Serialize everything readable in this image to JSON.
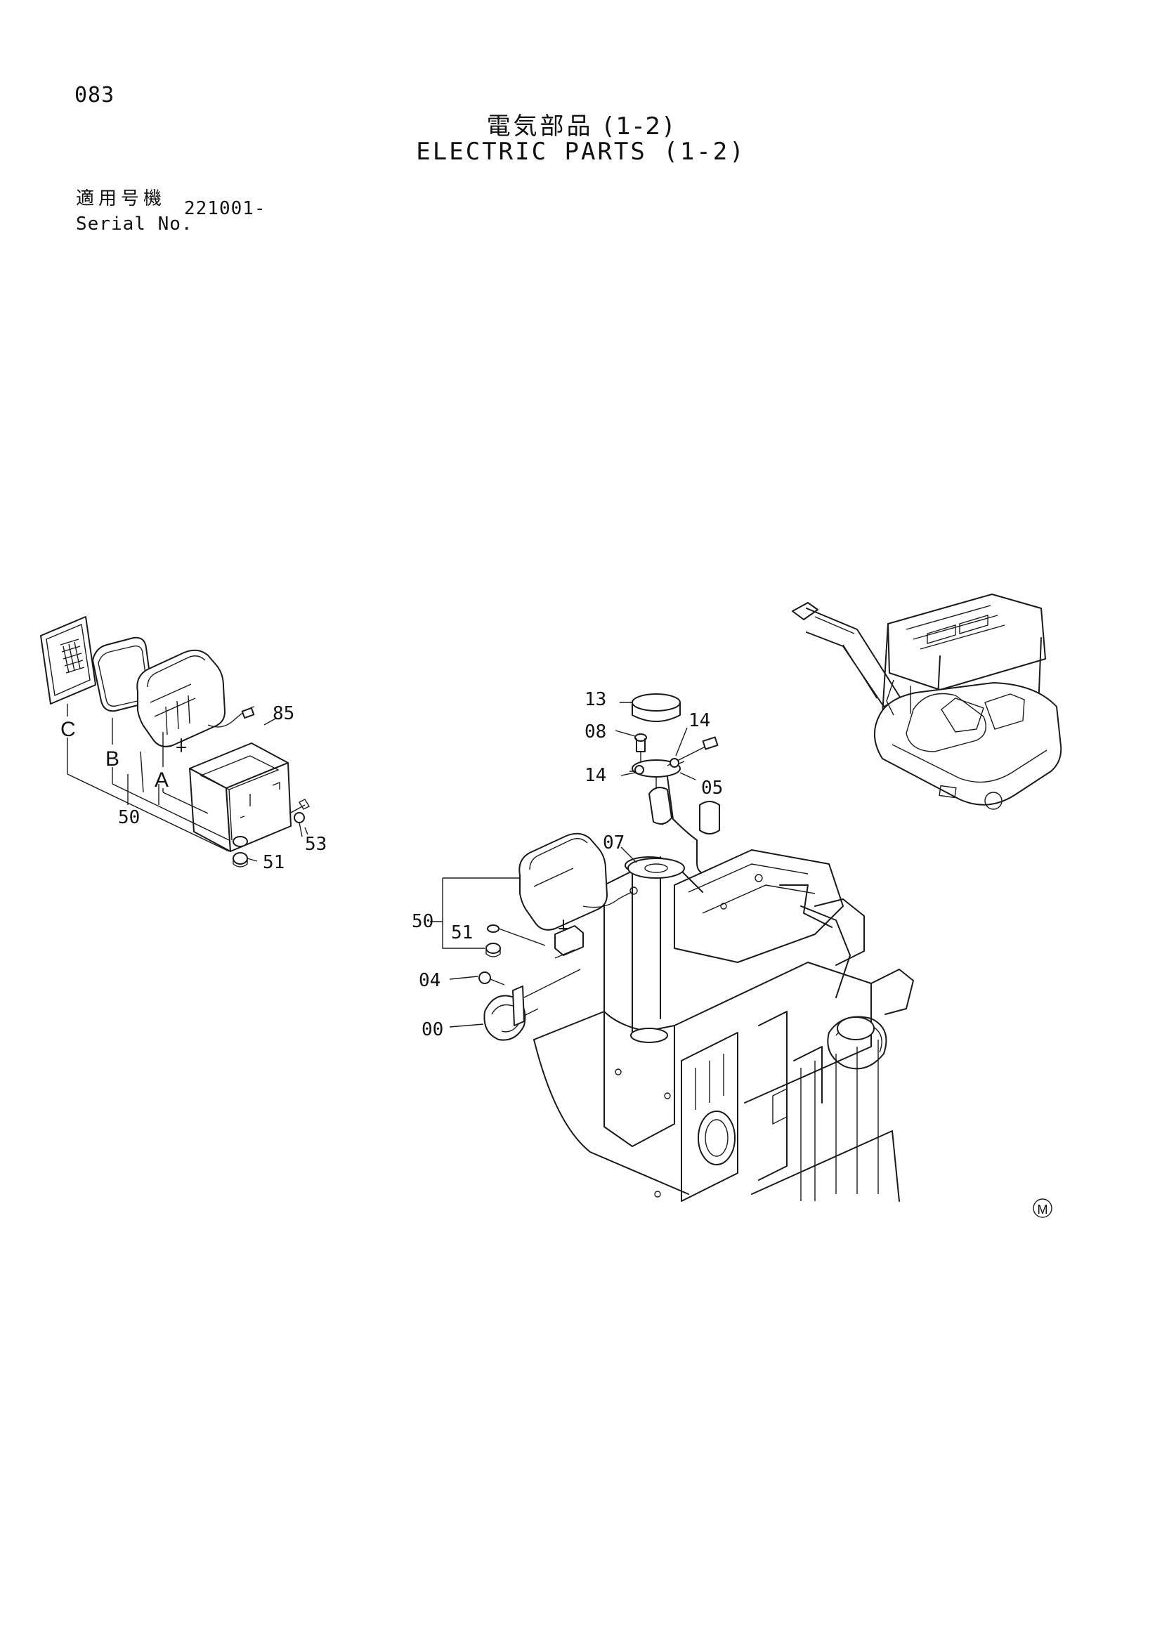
{
  "page_number": "083",
  "title_jp": "電気部品 (1-2)",
  "title_en": "ELECTRIC PARTS (1-2)",
  "serial": {
    "label_jp": "適用号機",
    "label_en": "Serial No.",
    "value": "221001-"
  },
  "callouts": {
    "c13": "13",
    "c08": "08",
    "c14a": "14",
    "c14b": "14",
    "c05": "05",
    "c07": "07",
    "c50a": "50",
    "c51a": "51",
    "c04": "04",
    "c00": "00",
    "c85": "85",
    "c53": "53",
    "c51b": "51",
    "c50b": "50"
  },
  "letters": {
    "a": "A",
    "b": "B",
    "c": "C"
  },
  "mark": "M"
}
